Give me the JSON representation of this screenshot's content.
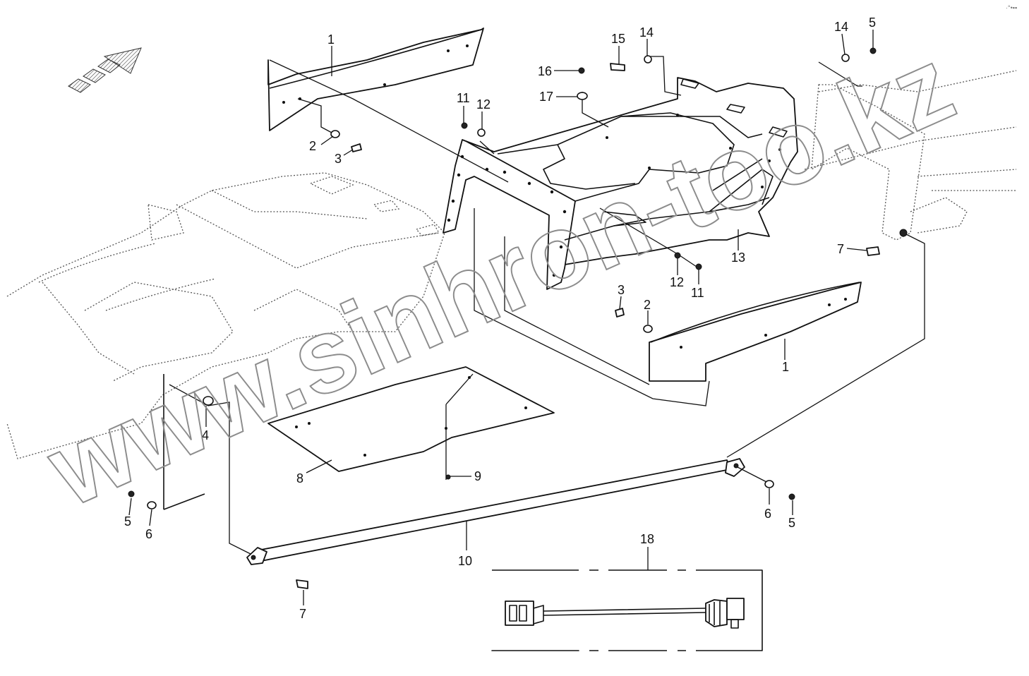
{
  "diagram": {
    "watermark": "www.sinhron-too.kz",
    "corner_mark": "·°•▪▪",
    "callouts": [
      {
        "id": "c1a",
        "text": "1"
      },
      {
        "id": "c1b",
        "text": "1"
      },
      {
        "id": "c2a",
        "text": "2"
      },
      {
        "id": "c2b",
        "text": "2"
      },
      {
        "id": "c3a",
        "text": "3"
      },
      {
        "id": "c3b",
        "text": "3"
      },
      {
        "id": "c4",
        "text": "4"
      },
      {
        "id": "c5a",
        "text": "5"
      },
      {
        "id": "c5b",
        "text": "5"
      },
      {
        "id": "c5c",
        "text": "5"
      },
      {
        "id": "c6a",
        "text": "6"
      },
      {
        "id": "c6b",
        "text": "6"
      },
      {
        "id": "c7a",
        "text": "7"
      },
      {
        "id": "c7b",
        "text": "7"
      },
      {
        "id": "c8",
        "text": "8"
      },
      {
        "id": "c9",
        "text": "9"
      },
      {
        "id": "c10",
        "text": "10"
      },
      {
        "id": "c11a",
        "text": "11"
      },
      {
        "id": "c11b",
        "text": "11"
      },
      {
        "id": "c12a",
        "text": "12"
      },
      {
        "id": "c12b",
        "text": "12"
      },
      {
        "id": "c13",
        "text": "13"
      },
      {
        "id": "c14a",
        "text": "14"
      },
      {
        "id": "c14b",
        "text": "14"
      },
      {
        "id": "c15",
        "text": "15"
      },
      {
        "id": "c16",
        "text": "16"
      },
      {
        "id": "c17",
        "text": "17"
      },
      {
        "id": "c18",
        "text": "18"
      }
    ]
  }
}
